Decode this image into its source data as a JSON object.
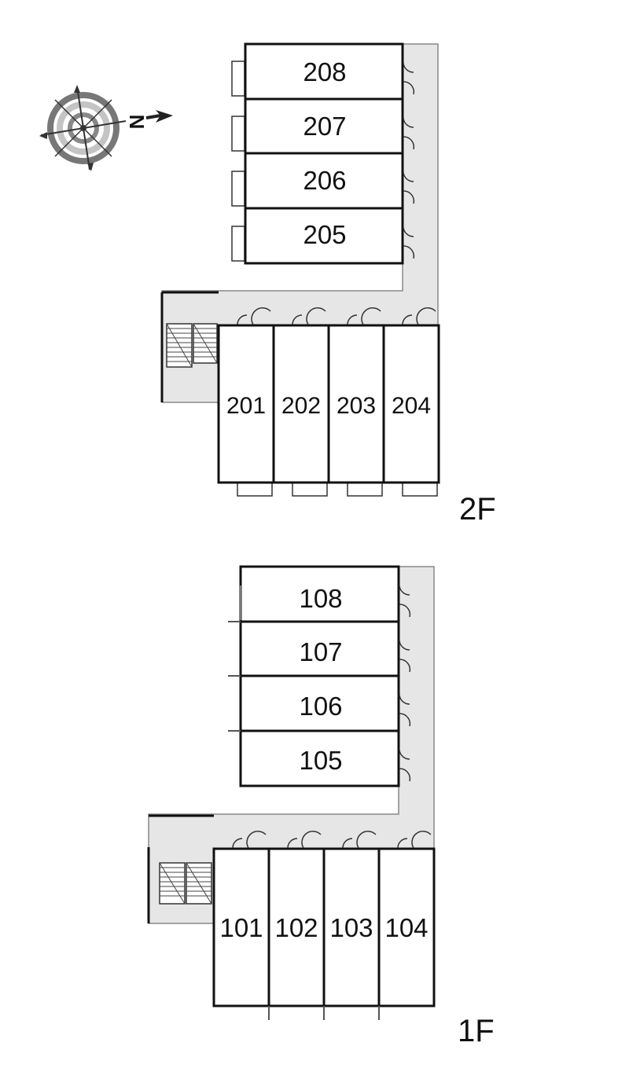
{
  "compass": {
    "north_letter": "N",
    "icon": "compass-rose-icon"
  },
  "floors": [
    {
      "label": "2F",
      "rooms_stacked": [
        "208",
        "207",
        "206",
        "205"
      ],
      "rooms_row": [
        "201",
        "202",
        "203",
        "204"
      ]
    },
    {
      "label": "1F",
      "rooms_stacked": [
        "108",
        "107",
        "106",
        "105"
      ],
      "rooms_row": [
        "101",
        "102",
        "103",
        "104"
      ]
    }
  ],
  "colors": {
    "corridor": "#e6e6e6",
    "wall": "#111111"
  }
}
